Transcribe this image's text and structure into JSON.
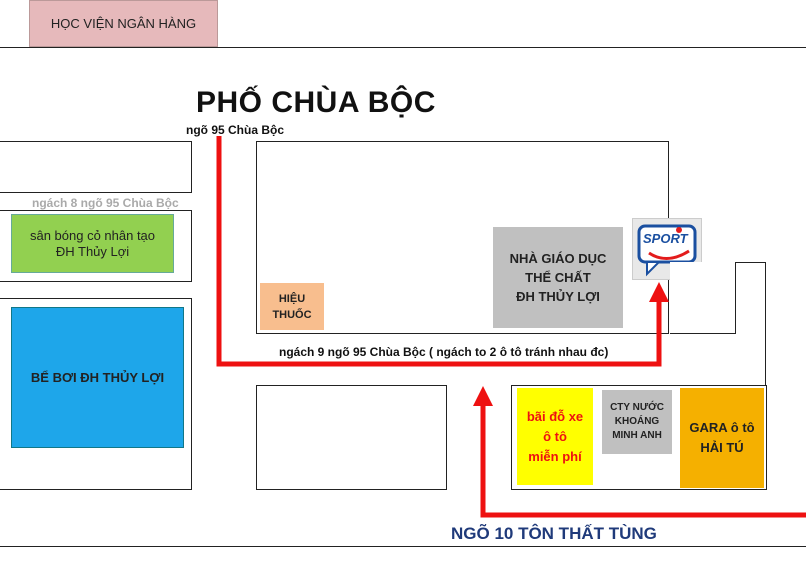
{
  "map": {
    "bank": "HỌC VIỆN NGÂN HÀNG",
    "main_street": "PHỐ CHÙA BỘC",
    "alley_95": "ngõ 95 Chùa Bộc",
    "branch_8": "ngách 8 ngõ 95 Chùa Bộc",
    "football_field": [
      "sân bóng cỏ nhân tạo",
      "ĐH Thủy Lợi"
    ],
    "swimming_pool": "BỂ BƠI ĐH THỦY LỢI",
    "pharmacy": [
      "HIỆU",
      "THUỐC"
    ],
    "sports_hall": [
      "NHÀ GIÁO DỤC",
      "THỂ CHẤT",
      "ĐH THỦY LỢI"
    ],
    "sport_logo": "SPORT",
    "branch_9": "ngách 9 ngõ 95 Chùa Bộc ( ngách to 2 ô tô tránh nhau đc)",
    "parking": [
      "bãi đỗ xe",
      "ô tô",
      "miễn phí"
    ],
    "water_company": [
      "CTY NƯỚC",
      "KHOÁNG",
      "MINH ANH"
    ],
    "garage": [
      "GARA ô tô",
      "HẢI TÚ"
    ],
    "alley_10": "NGÕ 10 TÔN THẤT TÙNG"
  },
  "colors": {
    "route": "#ee1111",
    "bank_bg": "#e6b9bb",
    "field_bg": "#92d050",
    "pool_bg": "#1ea6ea",
    "pharmacy_bg": "#f8be8e",
    "hall_bg": "#c0c0c0",
    "parking_bg": "#ffff00",
    "parking_text": "#ee1111",
    "water_bg": "#c0c0c0",
    "garage_bg": "#f5b000",
    "alley10_text": "#1f3a7a"
  }
}
